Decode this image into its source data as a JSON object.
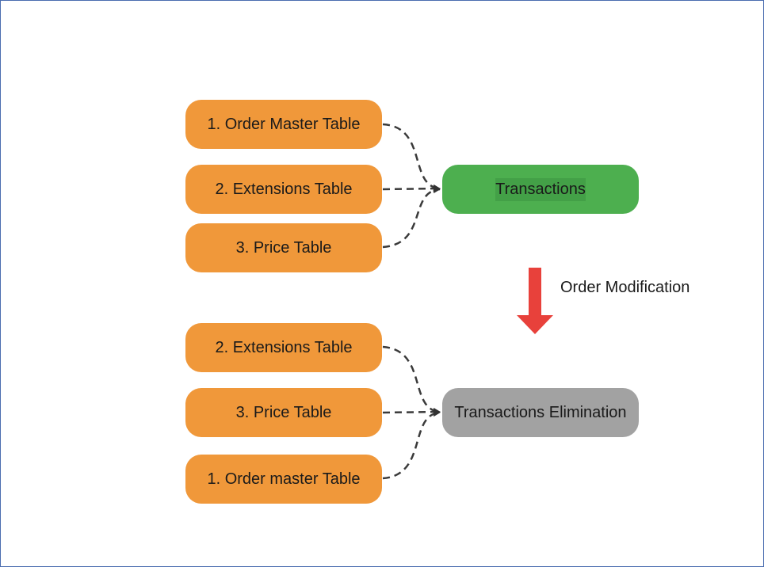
{
  "top_group": {
    "sources": [
      "1. Order Master Table",
      "2. Extensions Table",
      "3. Price Table"
    ],
    "target": "Transactions",
    "target_color": "#4daf4f"
  },
  "transition": {
    "label": "Order Modification",
    "arrow_color": "#e8413b"
  },
  "bottom_group": {
    "sources": [
      "2. Extensions Table",
      "3. Price Table",
      "1. Order master Table"
    ],
    "target": "Transactions Elimination",
    "target_color": "#a2a2a2"
  },
  "source_color": "#f0983a"
}
